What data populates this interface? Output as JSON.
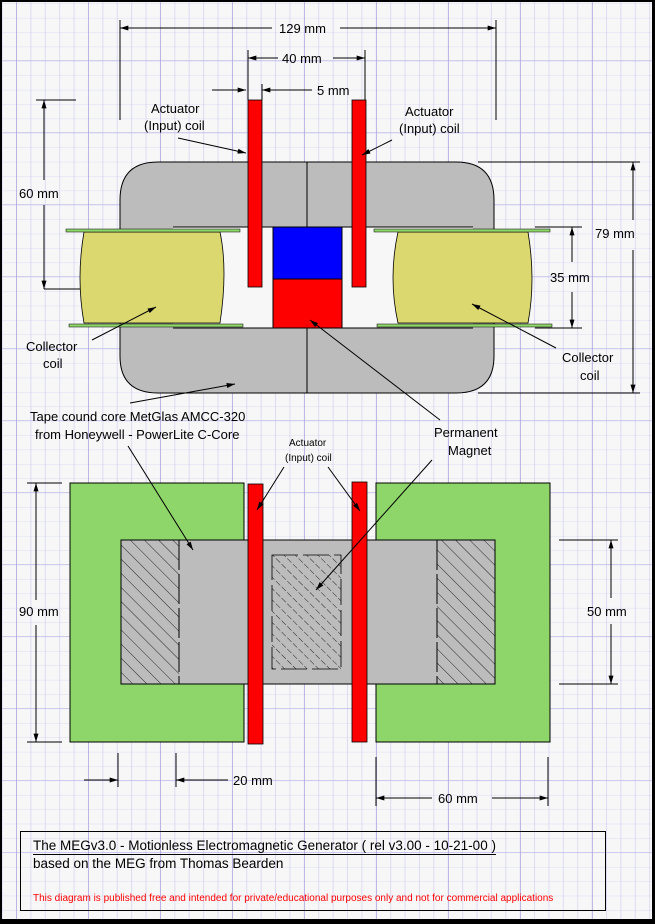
{
  "colors": {
    "core_gray": "#bcbcbc",
    "coil_yellow": "#dcd870",
    "coil_flange_green": "#8ed66a",
    "actuator_red": "#ff0000",
    "magnet_blue": "#0000ff",
    "magnet_red": "#ff0000",
    "side_core_green": "#8ed66a",
    "note_red": "#ff0000"
  },
  "top_view": {
    "dimensions": {
      "overall_width": "129 mm",
      "actuator_spacing": "40 mm",
      "actuator_thickness": "5 mm",
      "height_left": "60 mm",
      "height_right": "79 mm",
      "coil_height": "35 mm"
    },
    "labels": {
      "actuator_left_line1": "Actuator",
      "actuator_left_line2": "(Input) coil",
      "actuator_right_line1": "Actuator",
      "actuator_right_line2": "(Input) coil",
      "collector_left_line1": "Collector",
      "collector_left_line2": "coil",
      "collector_right_line1": "Collector",
      "collector_right_line2": "coil",
      "core_line1": "Tape cound core MetGlas AMCC-320",
      "core_line2": "from Honeywell - PowerLite C-Core",
      "magnet_line1": "Permanent",
      "magnet_line2": "Magnet"
    }
  },
  "side_view": {
    "dimensions": {
      "height": "90 mm",
      "core_height": "50 mm",
      "leg_width": "20 mm",
      "core_width": "60 mm"
    },
    "labels": {
      "actuator_line1": "Actuator",
      "actuator_line2": "(Input) coil"
    }
  },
  "caption": {
    "title": "The MEGv3.0 - Motionless Electromagnetic Generator ( rel v3.00 - 10-21-00 )",
    "subtitle": "based on the MEG  from Thomas Bearden",
    "note": "This diagram is published free and intended for private/educational purposes only and not for commercial applications"
  }
}
